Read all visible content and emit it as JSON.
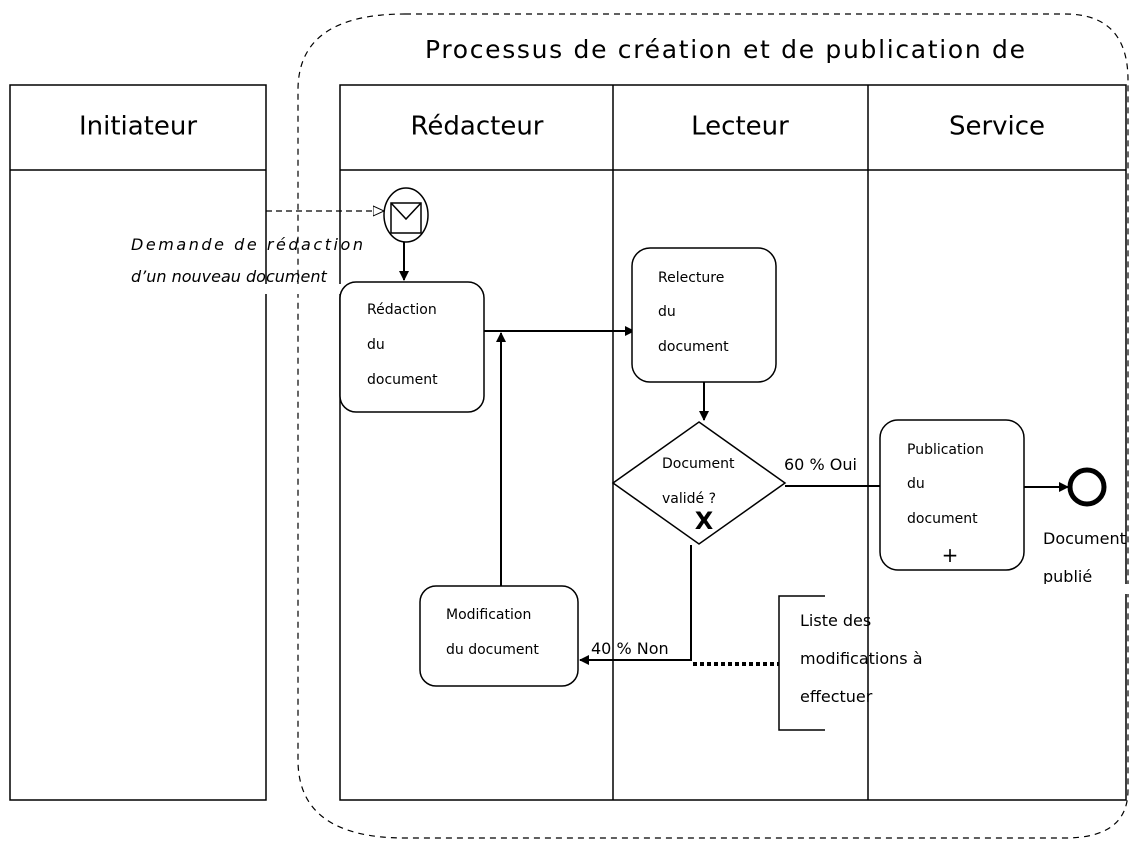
{
  "process": {
    "title": "Processus de création et de publication de"
  },
  "lanes": {
    "initiateur": "Initiateur",
    "redacteur": "Rédacteur",
    "lecteur": "Lecteur",
    "service": "Service"
  },
  "message": {
    "line1": "Demande de rédaction",
    "line2": "d’un nouveau document"
  },
  "tasks": {
    "redaction": [
      "Rédaction",
      "du",
      "document"
    ],
    "relecture": [
      "Relecture",
      "du",
      "document"
    ],
    "publication": [
      "Publication",
      "du",
      "document"
    ],
    "publication_marker": "+",
    "modification": [
      "Modification",
      "du document"
    ]
  },
  "gateway": {
    "lines": [
      "Document",
      "validé ?"
    ],
    "marker": "X"
  },
  "flows": {
    "yes_label": "60 % Oui",
    "no_label": "40 % Non"
  },
  "annotation": {
    "lines": [
      "Liste des",
      "modifications à",
      "effectuer"
    ]
  },
  "end_event": {
    "lines": [
      "Document",
      "publié"
    ]
  }
}
